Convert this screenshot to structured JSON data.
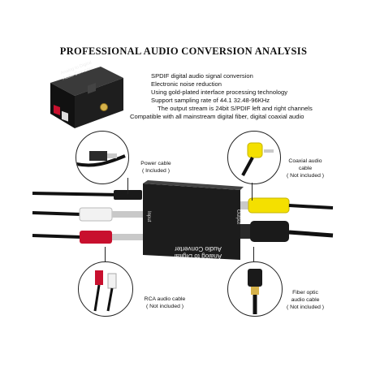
{
  "title": "PROFESSIONAL AUDIO CONVERSION ANALYSIS",
  "features": [
    "SPDIF digital audio signal conversion",
    "Electronic noise reduction",
    "Using gold-plated interface processing technology",
    "Support sampling rate of 44.1 32.48-96KHz",
    "The output stream is 24bit S/PDIF left and right channels",
    "Compatible with all mainstream digital fiber, digital coaxial audio"
  ],
  "device_label_line1": "Analog to Digital",
  "device_label_line2": "Audio Converter",
  "port_input": "Input",
  "port_output": "Output",
  "power_cable": {
    "line1": "Power cable",
    "line2": "( Included )"
  },
  "coaxial_cable": {
    "line1": "Coaxial audio",
    "line2": "cable",
    "line3": "( Not included )"
  },
  "rca_cable": {
    "line1": "RCA audio cable",
    "line2": "( Not included )"
  },
  "fiber_cable": {
    "line1": "Fiber optic",
    "line2": "audio cable",
    "line3": "( Not included )"
  },
  "colors": {
    "device": "#1c1c1c",
    "rca_red": "#c8102e",
    "rca_white": "#f2f2f2",
    "coax_yellow": "#f4e000",
    "gold": "#d6b24a",
    "cable_black": "#111111"
  }
}
